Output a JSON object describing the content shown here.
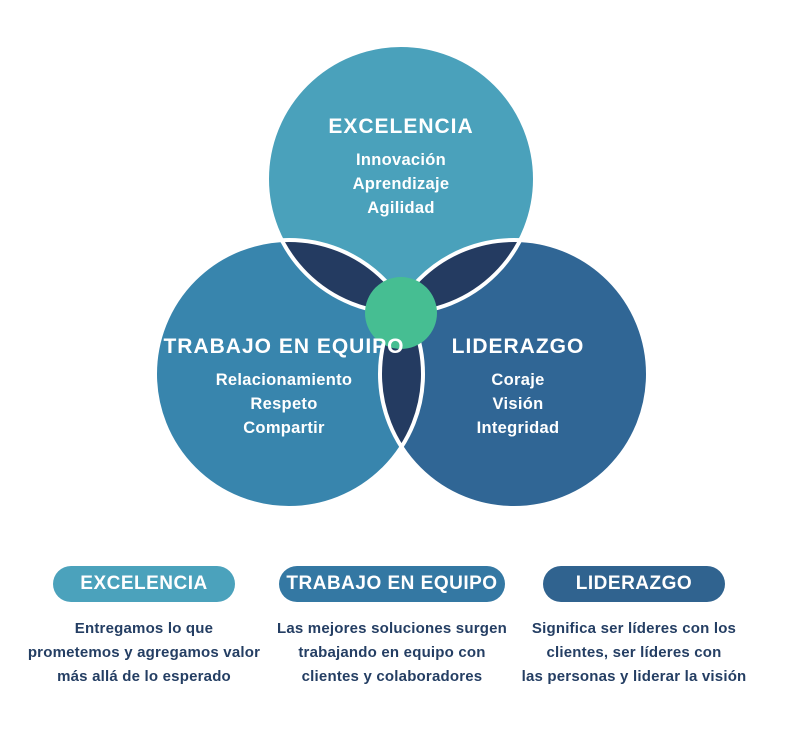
{
  "venn": {
    "border_color": "#FFFFFF",
    "overlap_color": "#243B61",
    "center_color": "#46BE92",
    "circles": [
      {
        "label": "EXCELENCIA",
        "color": "#4AA1BB",
        "items": [
          "Innovación",
          "Aprendizaje",
          "Agilidad"
        ]
      },
      {
        "label": "TRABAJO EN EQUIPO",
        "color": "#3885AD",
        "items": [
          "Relacionamiento",
          "Respeto",
          "Compartir"
        ]
      },
      {
        "label": "LIDERAZGO",
        "color": "#306695",
        "items": [
          "Coraje",
          "Visión",
          "Integridad"
        ]
      }
    ]
  },
  "legend": [
    {
      "label": "EXCELENCIA",
      "pill_color": "#4BA2BC",
      "description": "Entregamos lo que\nprometemos y agregamos valor\nmás allá de lo esperado"
    },
    {
      "label": "TRABAJO EN EQUIPO",
      "pill_color": "#3478A3",
      "description": "Las mejores soluciones surgen\ntrabajando en equipo con\nclientes y colaboradores"
    },
    {
      "label": "LIDERAZGO",
      "pill_color": "#30638F",
      "description": "Significa ser líderes con los\nclientes, ser líderes con\nlas personas y liderar la visión"
    }
  ],
  "text_color": "#243E63"
}
